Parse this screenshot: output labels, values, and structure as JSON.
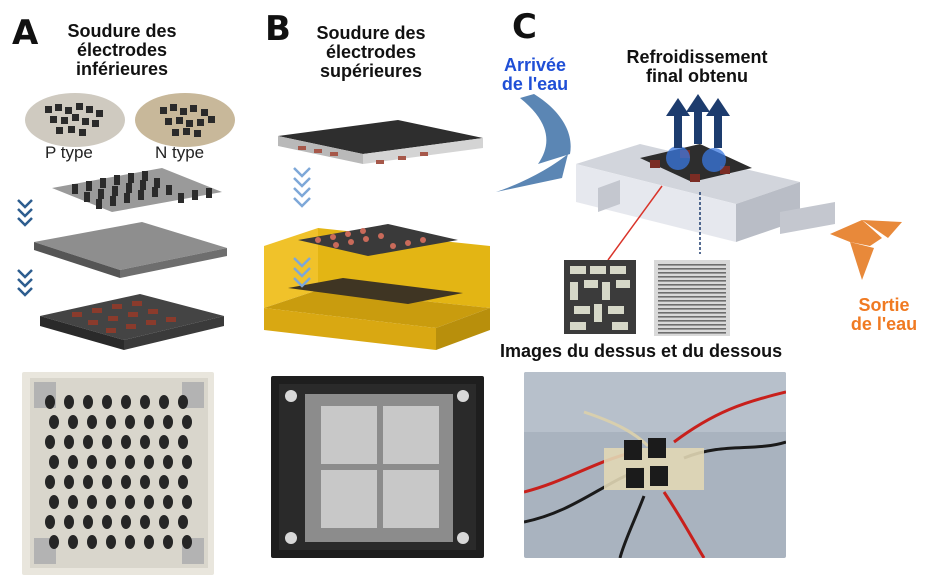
{
  "panels": [
    {
      "letter": "A",
      "title_lines": [
        "Soudure des",
        "électrodes",
        "inférieures"
      ]
    },
    {
      "letter": "B",
      "title_lines": [
        "Soudure des",
        "électrodes",
        "supérieures"
      ]
    },
    {
      "letter": "C",
      "title_lines": [
        "Refroidissement",
        "final obtenu"
      ]
    }
  ],
  "legs": {
    "p_label": "P type",
    "n_label": "N type"
  },
  "water": {
    "inlet_lines": [
      "Arrivée",
      "de l'eau"
    ],
    "outlet_lines": [
      "Sortie",
      "de l'eau"
    ],
    "inlet_color": "#1f4fd6",
    "outlet_color": "#f07a22"
  },
  "images_caption": "Images du dessus et du dessous",
  "colors": {
    "gold_frame": "#e3b514",
    "arrow_navy": "#1d3c6e",
    "heat_blue": "#3a78e0",
    "inlet_arrow": "#5b86b4",
    "outlet_arrow": "#e8893a"
  }
}
